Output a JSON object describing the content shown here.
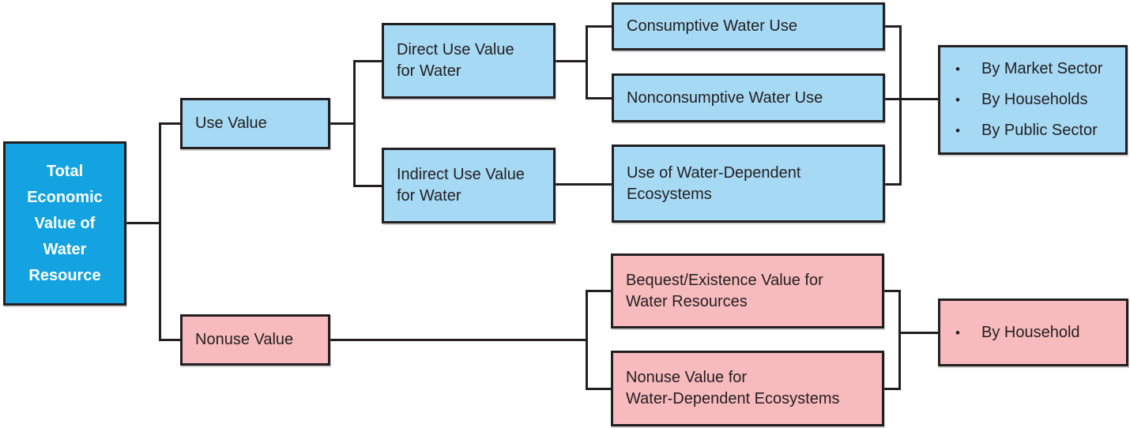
{
  "diagram": {
    "colors": {
      "root_fill": "#12A3E0",
      "blue_fill": "#A6D9F4",
      "pink_fill": "#F7BABD",
      "border": "#231F20",
      "connector": "#231F20",
      "root_text": "#FFFFFF",
      "text": "#231F20"
    },
    "glyphs": {
      "bullet": "•"
    },
    "nodes": {
      "root": {
        "label": "Total\nEconomic\nValue of\nWater\nResource"
      },
      "use_value": {
        "label": "Use Value"
      },
      "nonuse_value": {
        "label": "Nonuse Value"
      },
      "direct_use": {
        "label": "Direct Use Value\nfor Water"
      },
      "indirect_use": {
        "label": "Indirect Use Value\nfor Water"
      },
      "consumptive": {
        "label": "Consumptive Water Use"
      },
      "nonconsumptive": {
        "label": "Nonconsumptive Water Use"
      },
      "eco_use": {
        "label": "Use of Water-Dependent\nEcosystems"
      },
      "by_market": {
        "items": [
          "By Market Sector",
          "By Households",
          "By Public Sector"
        ]
      },
      "bequest": {
        "label": "Bequest/Existence Value for\nWater Resources"
      },
      "nonuse_eco": {
        "label": "Nonuse Value for\nWater-Dependent Ecosystems"
      },
      "by_household": {
        "items": [
          "By Household"
        ]
      }
    }
  }
}
